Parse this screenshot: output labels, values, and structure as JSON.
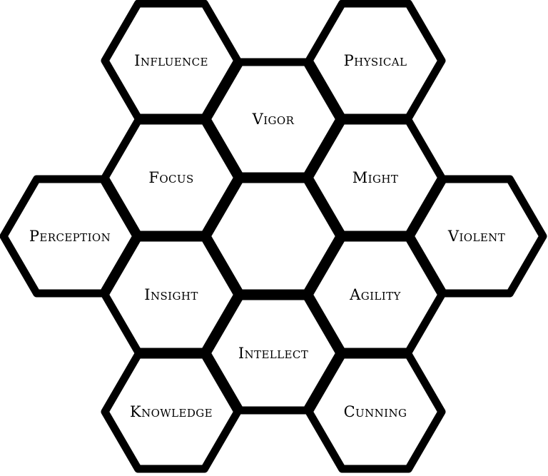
{
  "diagram": {
    "colors": {
      "stroke": "#000000",
      "fill": "#ffffff",
      "text": "#000000"
    },
    "cells": [
      {
        "id": "influence",
        "label": "Influence"
      },
      {
        "id": "physical",
        "label": "Physical"
      },
      {
        "id": "vigor",
        "label": "Vigor"
      },
      {
        "id": "focus",
        "label": "Focus"
      },
      {
        "id": "might",
        "label": "Might"
      },
      {
        "id": "perception",
        "label": "Perception"
      },
      {
        "id": "center",
        "label": ""
      },
      {
        "id": "violent",
        "label": "Violent"
      },
      {
        "id": "insight",
        "label": "Insight"
      },
      {
        "id": "agility",
        "label": "Agility"
      },
      {
        "id": "intellect",
        "label": "Intellect"
      },
      {
        "id": "knowledge",
        "label": "Knowledge"
      },
      {
        "id": "cunning",
        "label": "Cunning"
      }
    ]
  }
}
